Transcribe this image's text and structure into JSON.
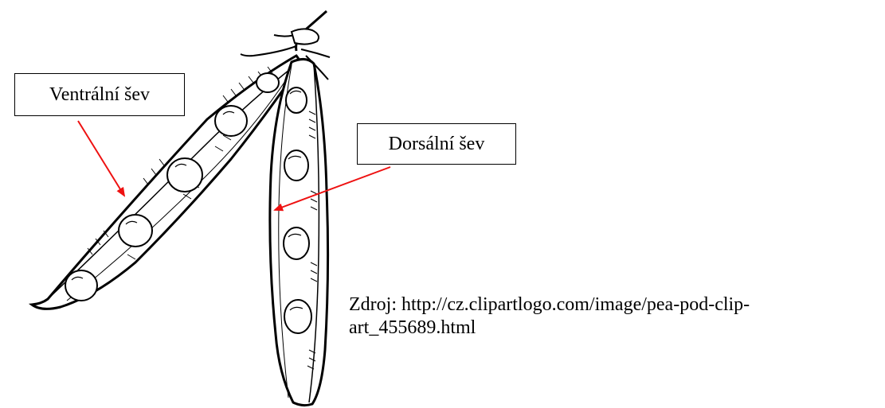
{
  "labels": {
    "ventral": "Ventrální šev",
    "dorsal": "Dorsální šev"
  },
  "source": {
    "line1": "Zdroj: http://cz.clipartlogo.com/image/pea-pod-clip-",
    "line2": "art_455689.html"
  },
  "colors": {
    "arrow": "#ee1111",
    "outline": "#000000",
    "background": "#ffffff"
  }
}
